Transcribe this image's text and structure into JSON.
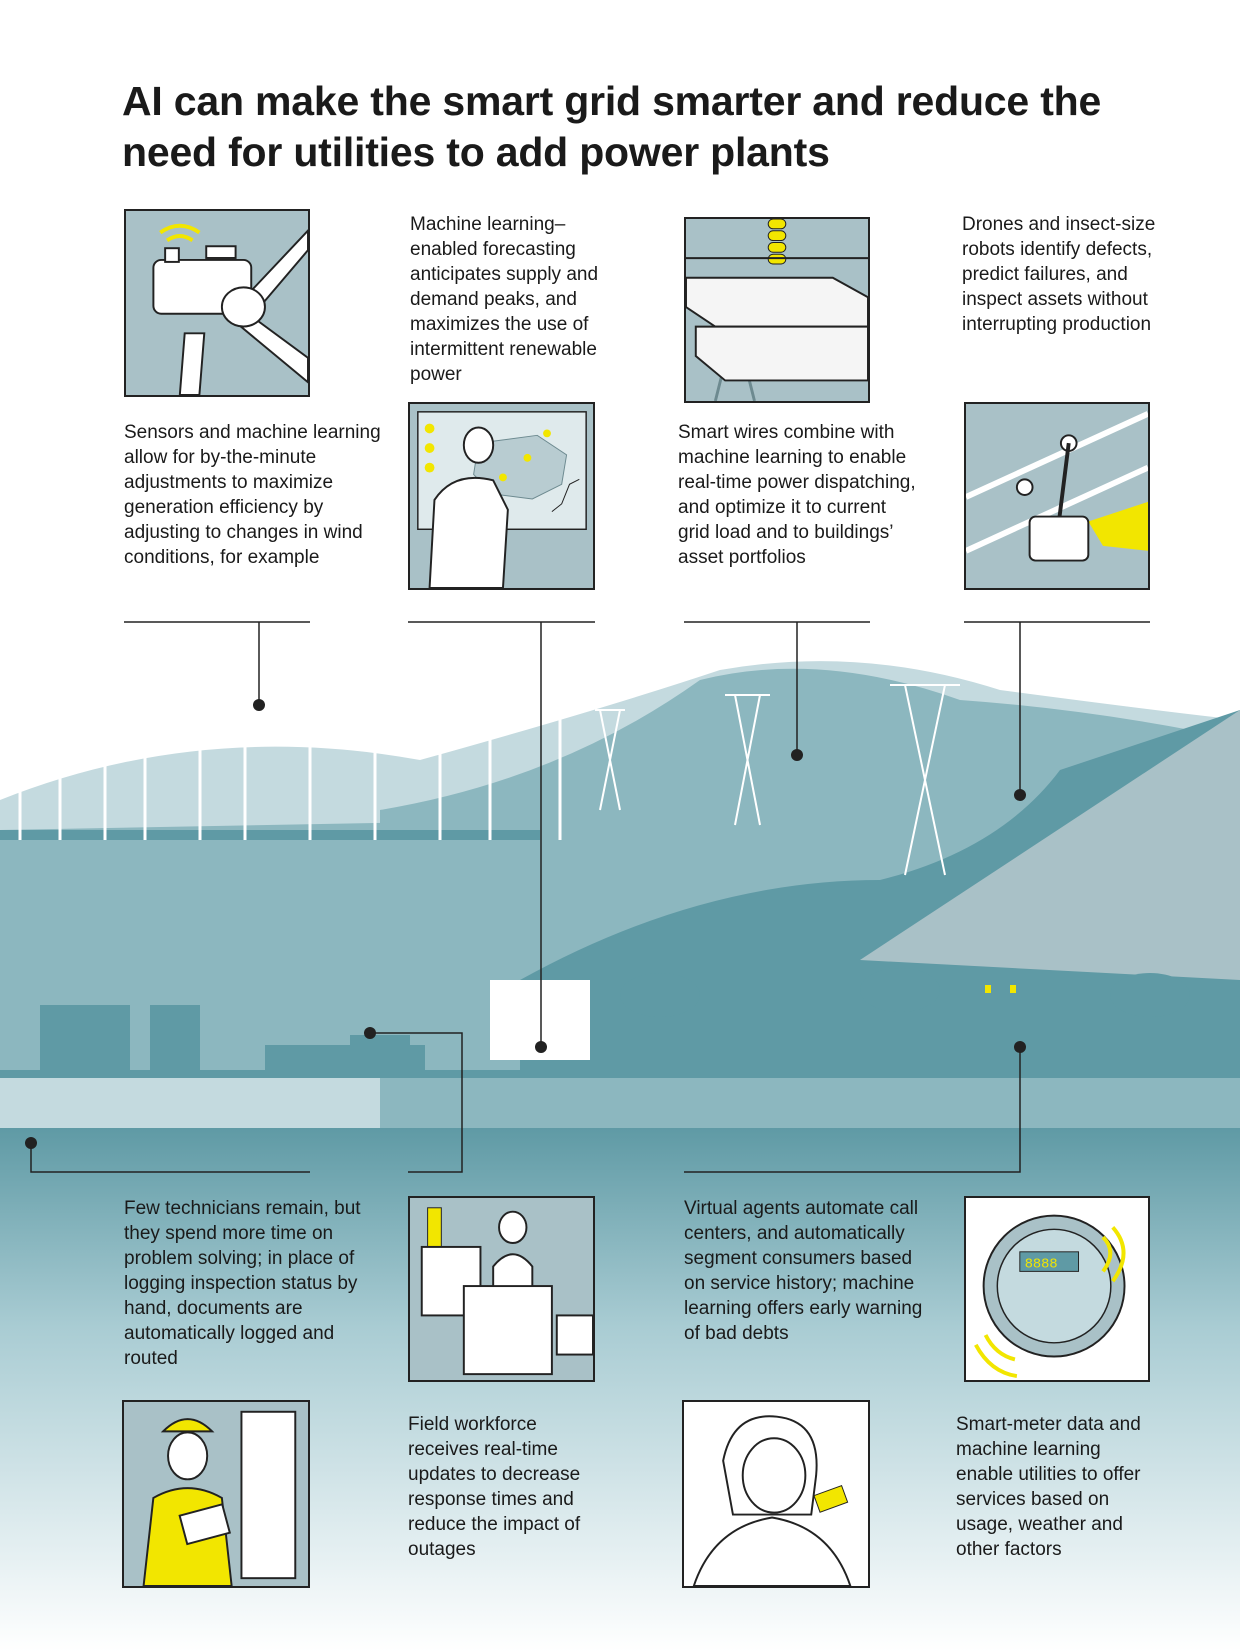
{
  "title": "AI can make the smart grid smarter and reduce the need for utilities to add power plants",
  "captions": {
    "wind_sensors": "Sensors and machine learning allow for by-the-minute adjustments to maximize generation efficiency by adjusting to changes in wind conditions, for example",
    "forecasting": "Machine learning–enabled forecasting anticipates supply and demand peaks, and maximizes the use of intermittent renewable power",
    "smart_wires": "Smart wires combine with machine learning to enable real-time power dispatching, and optimize it to current grid load and to buildings’ asset portfolios",
    "drones": "Drones and insect-size robots identify defects, predict failures, and inspect assets without interrupting production",
    "technicians": "Few technicians remain, but they spend more time on problem solving; in place of logging inspection status by hand, documents are automatically logged and routed",
    "field_workforce": "Field workforce receives real-time updates to decrease response times and reduce the impact of outages",
    "virtual_agents": "Virtual agents automate call centers, and automatically segment consumers based on service history; machine learning offers early warning of bad debts",
    "smart_meter": "Smart-meter data and machine learning enable utilities to offer services based on usage, weather and other factors"
  },
  "panel_digits": "8888",
  "colors": {
    "teal_dark": "#5f9aa5",
    "teal_mid": "#8cb7bf",
    "teal_light": "#c4dadf",
    "panel_bg": "#a9c1c7",
    "highlight": "#f2e600",
    "line": "#222222"
  }
}
